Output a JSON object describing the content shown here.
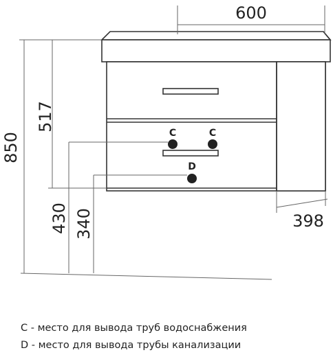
{
  "dimensions": {
    "width": "600",
    "depth": "398",
    "total_height": "850",
    "top_drawer_height": "517",
    "height_c": "430",
    "height_d": "340"
  },
  "markers": {
    "c_left": "C",
    "c_right": "C",
    "d": "D"
  },
  "legend": {
    "c_text": "C - место для вывода труб водоснабжения",
    "d_text": "D - место для вывода трубы канализации"
  }
}
